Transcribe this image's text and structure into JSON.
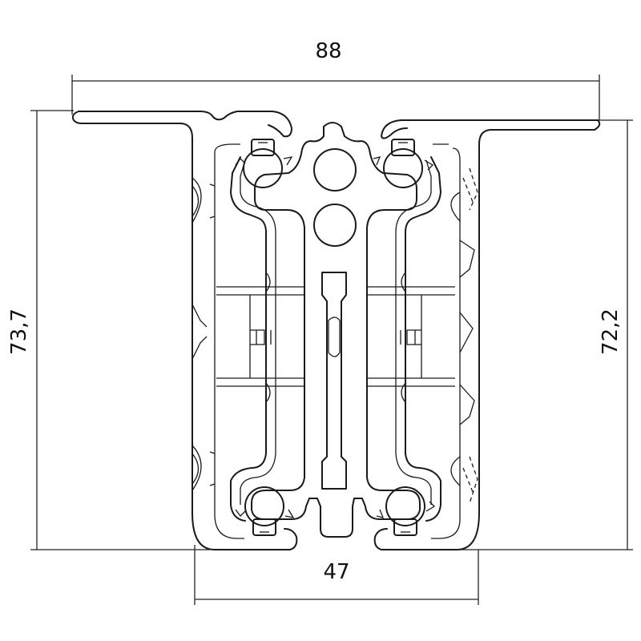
{
  "dimensions": {
    "top_width": "88",
    "bottom_width": "47",
    "left_height": "73,7",
    "right_height": "72,2"
  }
}
